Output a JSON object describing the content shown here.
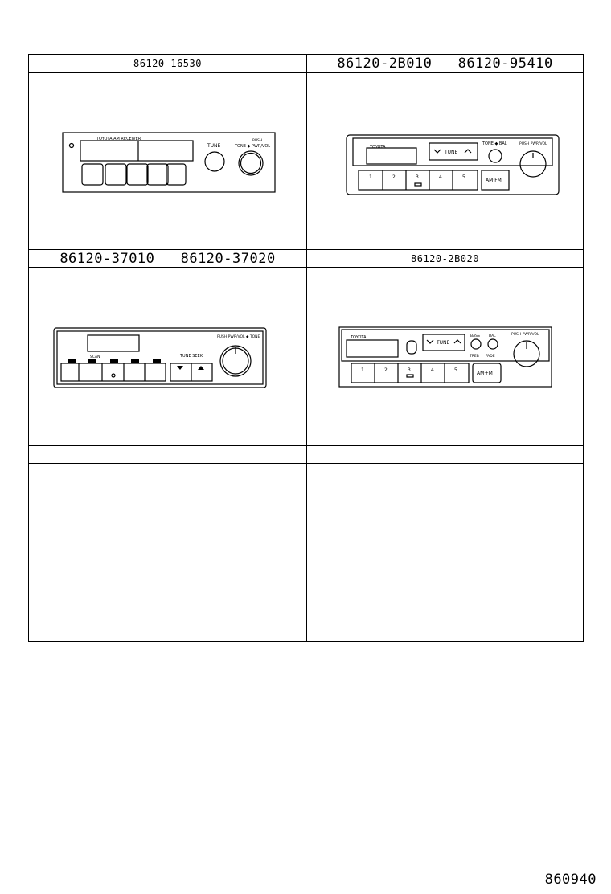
{
  "cells": [
    {
      "header": "86120-16530"
    },
    {
      "header": "86120-2B010   86120-95410"
    },
    {
      "header": "86120-37010   86120-37020"
    },
    {
      "header": "86120-2B020"
    },
    {
      "header": ""
    },
    {
      "header": ""
    }
  ],
  "radio_a": {
    "brand": "TOYOTA  AM RECEIVER",
    "tune": "TUNE",
    "knob": "TONE ◆ PWR/VOL",
    "knob_top": "PUSH"
  },
  "radio_b": {
    "brand": "TOYOTA",
    "tune": "TUNE",
    "tone_bal": "TONE ◆ BAL",
    "pwr": "PUSH PWR/VOL",
    "presets": [
      "1",
      "2",
      "3",
      "4",
      "5"
    ],
    "band": "AM·FM"
  },
  "radio_c": {
    "pwr": "PUSH PWR/VOL ◆ TONE",
    "seek": "TUNE SEEK",
    "scan": "SCAN"
  },
  "radio_d": {
    "brand": "TOYOTA",
    "pwr": "PUSH PWR/VOL",
    "bass": "BASS",
    "bal": "BAL",
    "treb": "TREB",
    "fade": "FADE",
    "tune": "TUNE",
    "presets": [
      "1",
      "2",
      "3",
      "4",
      "5"
    ],
    "band": "AM·FM"
  },
  "page_number": "860940"
}
